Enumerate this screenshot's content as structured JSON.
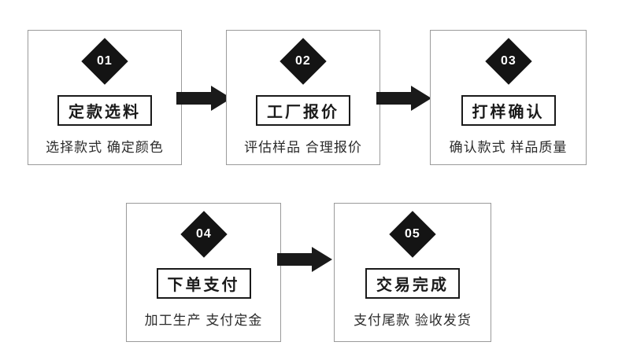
{
  "diagram_title": "process-flow",
  "steps": [
    {
      "number": "01",
      "title": "定款选料",
      "subtitle": "选择款式 确定颜色"
    },
    {
      "number": "02",
      "title": "工厂报价",
      "subtitle": "评估样品 合理报价"
    },
    {
      "number": "03",
      "title": "打样确认",
      "subtitle": "确认款式 样品质量"
    },
    {
      "number": "04",
      "title": "下单支付",
      "subtitle": "加工生产 支付定金"
    },
    {
      "number": "05",
      "title": "交易完成",
      "subtitle": "支付尾款 验收发货"
    }
  ],
  "colors": {
    "background": "#ffffff",
    "diamond": "#141414",
    "box_border": "#9a9a9a",
    "title_border": "#1a1a1a",
    "arrow": "#1a1a1a",
    "number_text": "#ffffff",
    "subtitle_text": "#2b2b2b"
  }
}
